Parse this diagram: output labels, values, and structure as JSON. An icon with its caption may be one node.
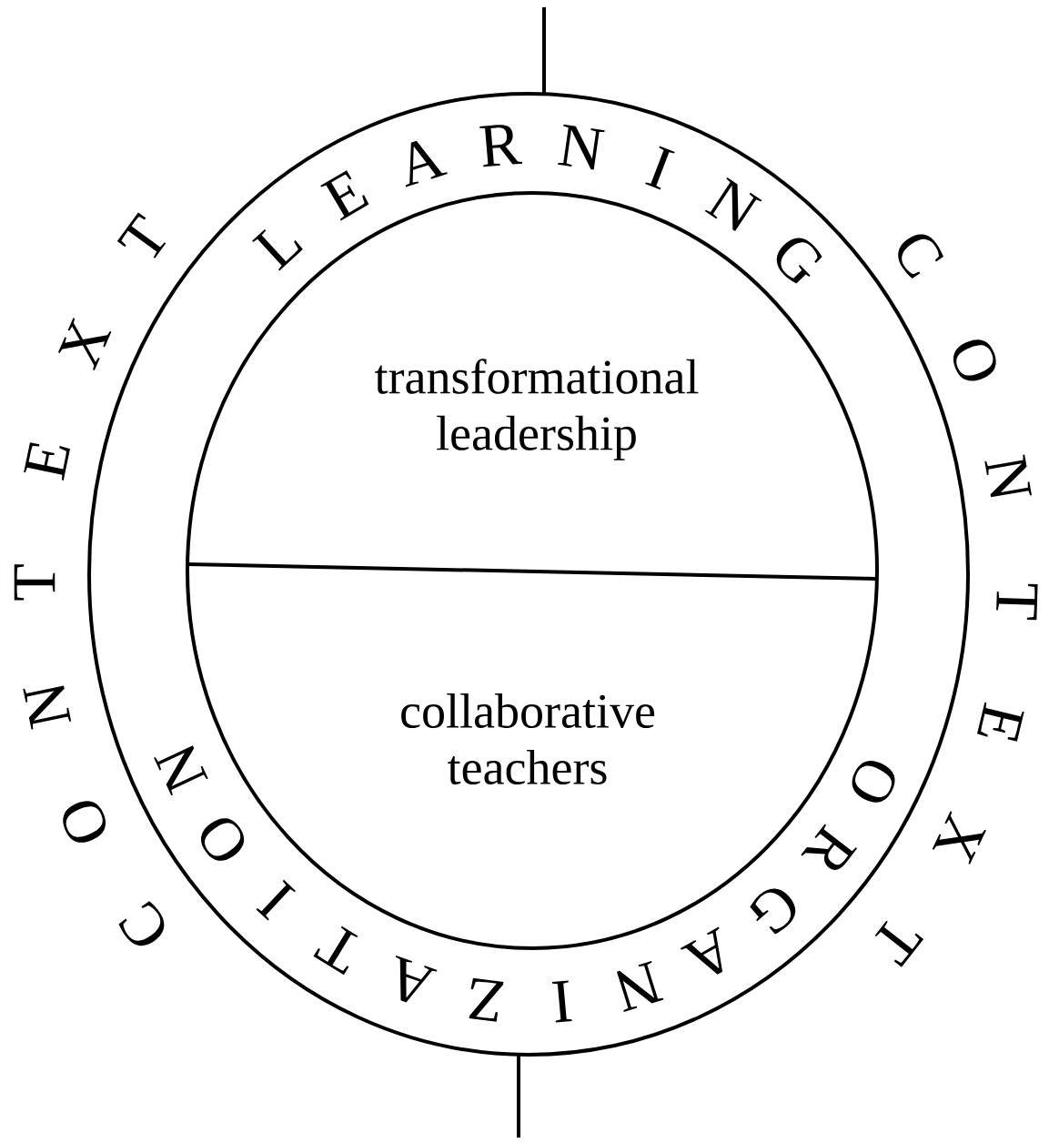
{
  "diagram": {
    "nodes": [
      {
        "text": [
          "LEARNING",
          "ORGANIZATION"
        ]
      },
      {
        "text": [
          "transformational leadership"
        ],
        "in": 0
      },
      {
        "text": [
          "collaborative teachers"
        ],
        "in": 0
      }
    ],
    "labels": [
      "CONTEXT",
      "CONTEXT"
    ]
  }
}
